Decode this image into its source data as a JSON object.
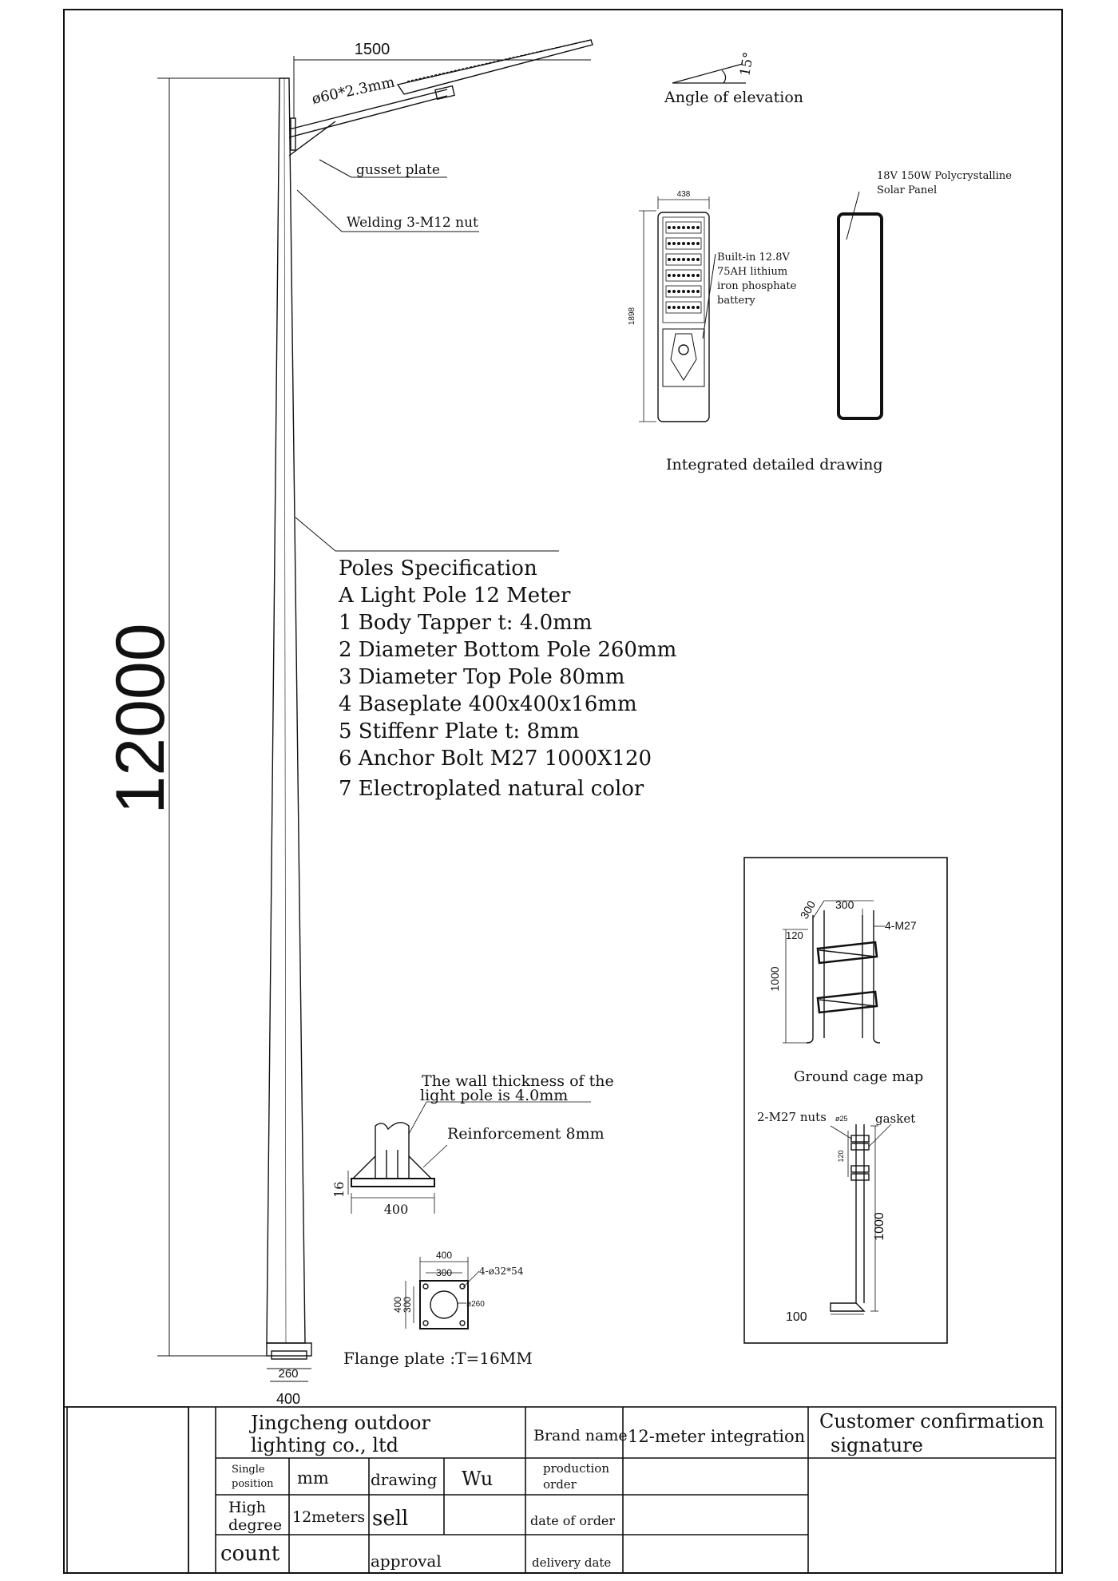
{
  "drawing": {
    "overall_height": "12000",
    "arm_length": "1500",
    "arm_pipe": "ø60*2.3mm",
    "base_width": "400",
    "base_inner": "260"
  },
  "callouts": {
    "gusset": "gusset plate",
    "welding": "Welding 3-M12 nut",
    "angle_value": "15°",
    "angle_label": "Angle of elevation"
  },
  "integrated": {
    "width": "438",
    "length": "1898",
    "battery_lines": [
      "Built-in 12.8V",
      "75AH lithium",
      "iron phosphate",
      "battery"
    ],
    "panel_lines": [
      "18V 150W Polycrystalline",
      "Solar Panel"
    ],
    "caption": "Integrated detailed drawing"
  },
  "spec": {
    "lines": [
      "Poles Specification",
      "A Light Pole 12 Meter",
      "1 Body Tapper t: 4.0mm",
      "2 Diameter Bottom Pole 260mm",
      "3 Diameter Top Pole 80mm",
      "4 Baseplate 400x400x16mm",
      "5 Stiffenr Plate t: 8mm",
      "6 Anchor Bolt M27 1000X120",
      "7 Electroplated natural color"
    ]
  },
  "cage": {
    "dim_a": "300",
    "dim_b": "300",
    "dim_top": "120",
    "dim_height": "1000",
    "bolt": "4-M27",
    "caption": "Ground cage map"
  },
  "bolt_detail": {
    "nuts": "2-M27 nuts",
    "nut_dia": "ø25",
    "gasket": "gasket",
    "thread": "120",
    "length": "1000",
    "hook": "100"
  },
  "base_detail": {
    "wall_lines": [
      "The wall thickness of the",
      "light pole is 4.0mm"
    ],
    "reinforcement": "Reinforcement 8mm",
    "thickness": "16",
    "width": "400"
  },
  "flange": {
    "outer": "400",
    "inner": "300",
    "holes": "4-ø32*54",
    "center": "ø260",
    "side_outer": "400",
    "side_inner": "300",
    "caption": "Flange plate :T=16MM"
  },
  "title_block": {
    "company_lines": [
      "Jingcheng outdoor",
      "lighting co., ltd"
    ],
    "brand_label": "Brand name",
    "brand_value": "12-meter integration",
    "customer_lines": [
      "Customer confirmation",
      "signature"
    ],
    "unit_label_lines": [
      "Single",
      "position"
    ],
    "unit_value": "mm",
    "drawing_label": "drawing",
    "drawing_value": "Wu",
    "order_label_lines": [
      "production",
      "order"
    ],
    "height_label_lines": [
      "High",
      "degree"
    ],
    "height_value": "12meters",
    "sell_label": "sell",
    "order_date_label": "date of order",
    "count_label": "count",
    "approval_label": "approval",
    "delivery_label": "delivery date"
  }
}
